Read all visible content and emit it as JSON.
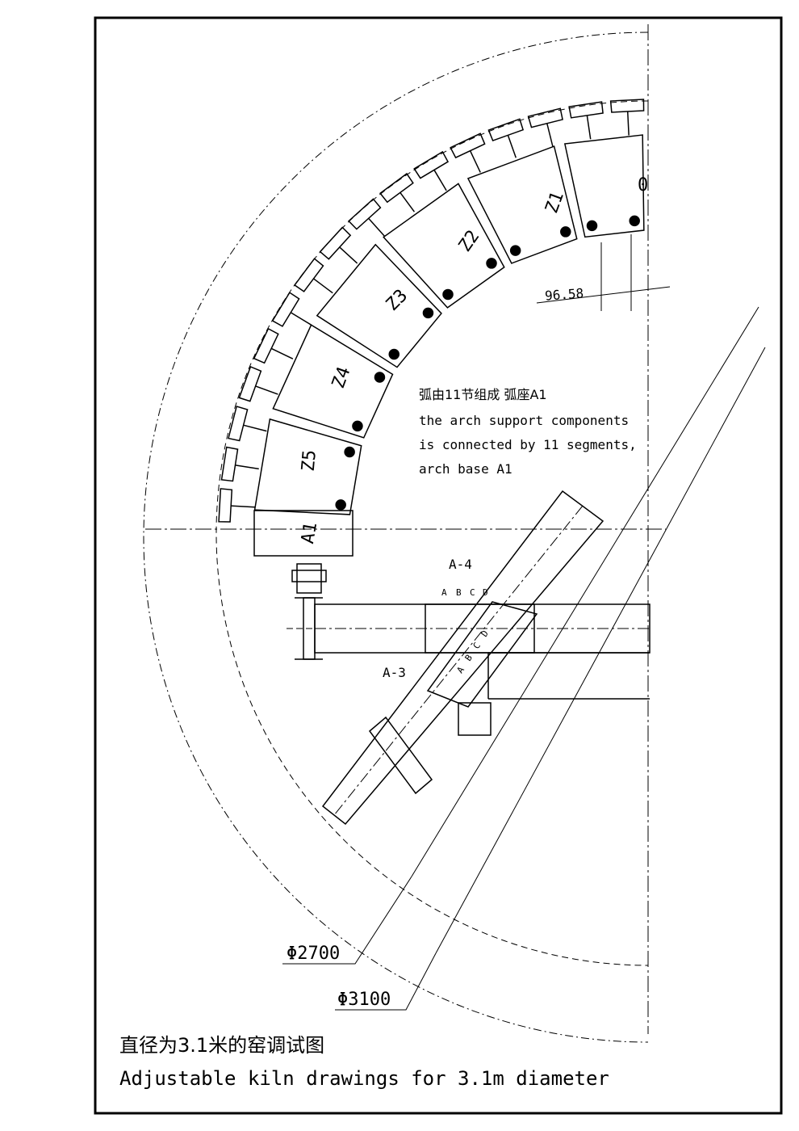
{
  "segments": [
    {
      "label": "0"
    },
    {
      "label": "Z1"
    },
    {
      "label": "Z2"
    },
    {
      "label": "Z3"
    },
    {
      "label": "Z4"
    },
    {
      "label": "Z5"
    },
    {
      "label": "A1"
    }
  ],
  "dimension_label": "96.58",
  "note": {
    "chinese": "弧由11节组成 弧座A1",
    "english_line1": "the arch support components",
    "english_line2": "is connected by 11 segments,",
    "english_line3": "arch base A1"
  },
  "section_labels": {
    "a4": "A-4",
    "a3": "A-3",
    "letters": [
      "A",
      "B",
      "C",
      "D"
    ]
  },
  "diameters": {
    "inner": "Φ2700",
    "outer": "Φ3100"
  },
  "title": {
    "chinese": "直径为3.1米的窑调试图",
    "english": "Adjustable kiln drawings for 3.1m diameter"
  }
}
